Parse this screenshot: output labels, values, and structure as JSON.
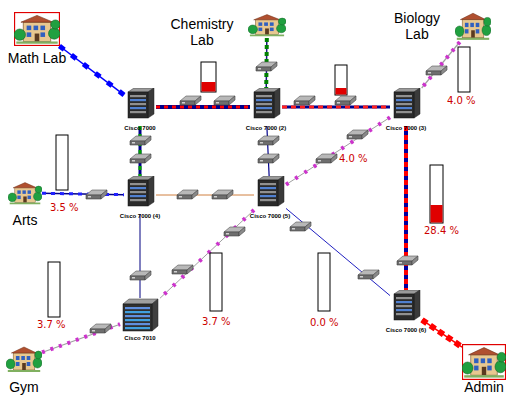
{
  "diagram": {
    "nodes": [
      {
        "text": [
          "Math Lab"
        ]
      },
      {
        "text": [
          "Chemistry Lab"
        ]
      },
      {
        "text": [
          "Biology Lab"
        ]
      },
      {
        "text": [
          "Cisco 7000"
        ]
      },
      {
        "text": [
          "Cisco 7000 (2)"
        ]
      },
      {
        "text": [
          "Cisco 7000 (3)"
        ]
      },
      {
        "text": [
          "Arts"
        ]
      },
      {
        "text": [
          "Cisco 7000 (4)"
        ]
      },
      {
        "text": [
          "Cisco 7000 (5)"
        ]
      },
      {
        "text": [
          "Gym"
        ]
      },
      {
        "text": [
          "Cisco 7010"
        ]
      },
      {
        "text": [
          "Cisco 7000 (6)"
        ]
      },
      {
        "text": [
          "Admin"
        ]
      }
    ],
    "edges": [
      {
        "from": 0,
        "to": 3,
        "arrow": "none"
      },
      {
        "from": 1,
        "to": 4,
        "arrow": "none"
      },
      {
        "from": 2,
        "to": 5,
        "arrow": "none"
      },
      {
        "from": 3,
        "to": 4,
        "arrow": "none"
      },
      {
        "from": 4,
        "to": 5,
        "arrow": "none"
      },
      {
        "from": 3,
        "to": 7,
        "arrow": "none"
      },
      {
        "from": 4,
        "to": 8,
        "arrow": "none"
      },
      {
        "from": 6,
        "to": 7,
        "arrow": "none"
      },
      {
        "from": 7,
        "to": 8,
        "arrow": "none"
      },
      {
        "from": 8,
        "to": 5,
        "arrow": "none"
      },
      {
        "from": 5,
        "to": 11,
        "arrow": "none"
      },
      {
        "from": 7,
        "to": 10,
        "arrow": "none"
      },
      {
        "from": 8,
        "to": 10,
        "arrow": "none"
      },
      {
        "from": 8,
        "to": 11,
        "arrow": "none"
      },
      {
        "from": 9,
        "to": 10,
        "arrow": "none"
      },
      {
        "from": 11,
        "to": 12,
        "arrow": "none"
      }
    ],
    "labels": [
      "4.0 %",
      "4.0 %",
      "3.5 %",
      "28.4 %",
      "3.7 %",
      "3.7 %",
      "0.0 %"
    ]
  }
}
